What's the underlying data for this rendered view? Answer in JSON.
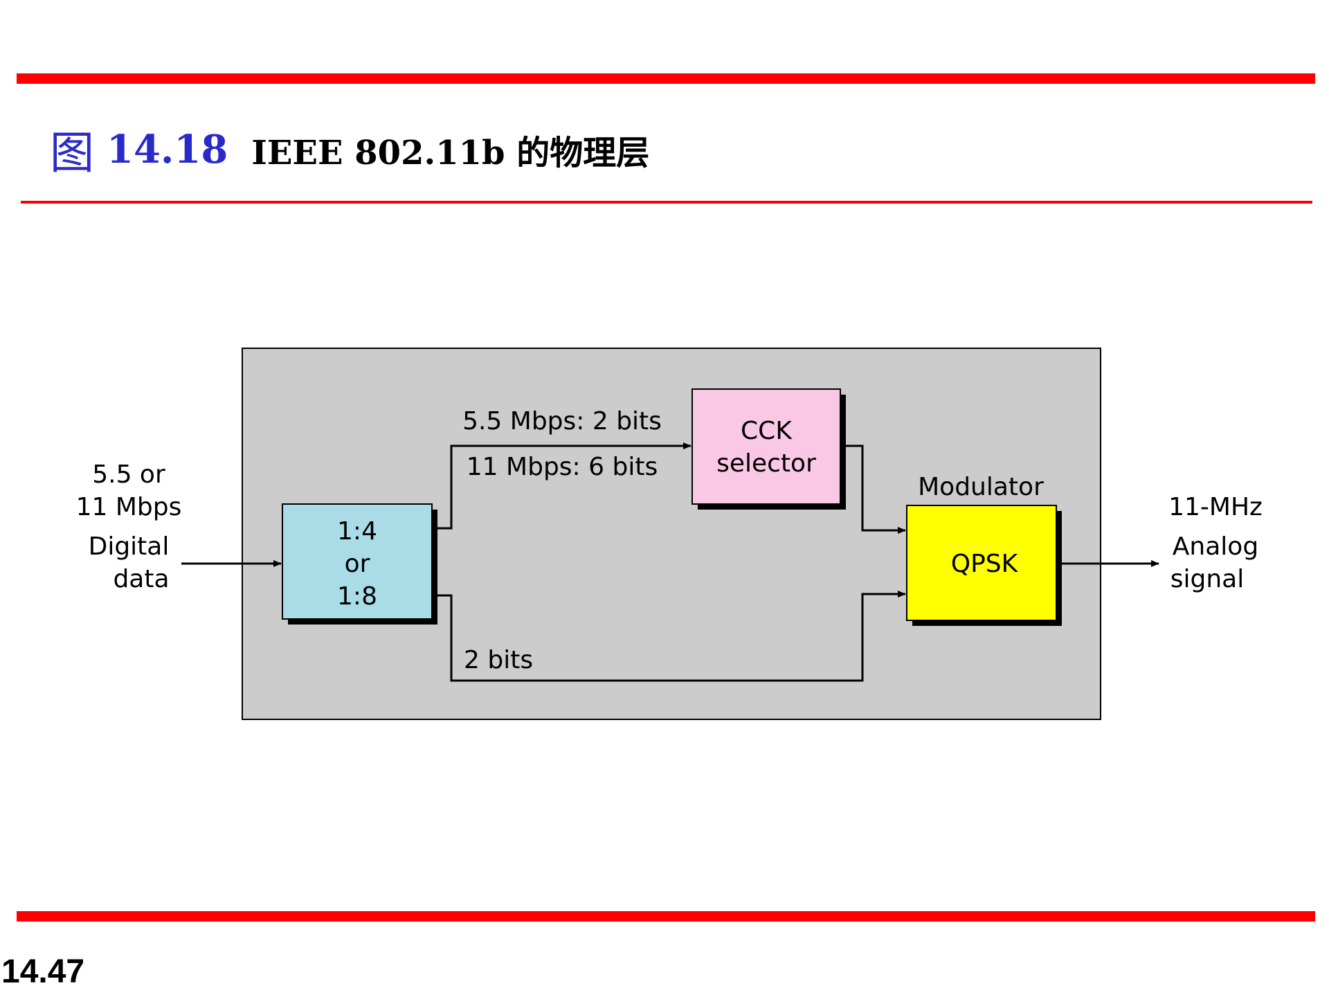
{
  "slide": {
    "title_prefix": "图",
    "title_number": "14.18",
    "title_text": "IEEE 802.11b 的物理层",
    "page_number": "14.47"
  },
  "diagram": {
    "input": {
      "line1": "5.5 or",
      "line2": "11 Mbps",
      "line3": "Digital",
      "line4": "data"
    },
    "splitter": {
      "line1": "1:4",
      "line2": "or",
      "line3": "1:8"
    },
    "cck_path": {
      "label1": "5.5 Mbps: 2 bits",
      "label2": "11 Mbps: 6 bits"
    },
    "cck": {
      "line1": "CCK",
      "line2": "selector"
    },
    "direct_path": {
      "label": "2 bits"
    },
    "modulator": {
      "caption": "Modulator",
      "label": "QPSK"
    },
    "output": {
      "line1": "11-MHz",
      "line2": "Analog",
      "line3": "signal"
    }
  },
  "colors": {
    "rule": "#ff0000",
    "title_accent": "#2a2ac8",
    "outer_box": "#cccccc",
    "splitter": "#aadce8",
    "cck": "#f9c8e4",
    "modulator": "#ffff00"
  }
}
